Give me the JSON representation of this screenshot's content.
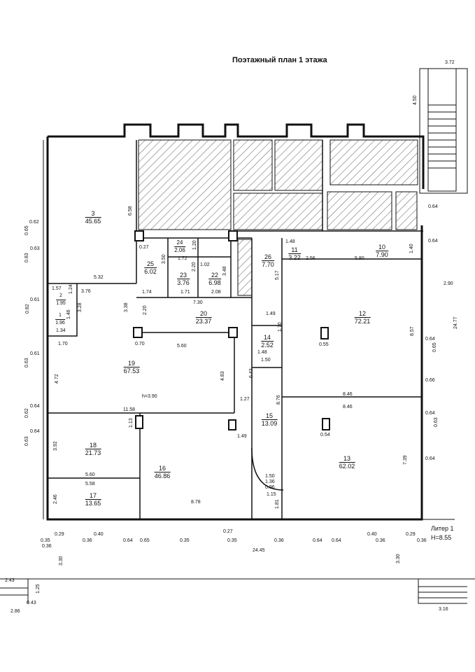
{
  "title": "Поэтажный план 1 этажа",
  "liter": "Литер 1",
  "height_total": "H=8.55",
  "ceiling_height": "h=3.90",
  "rooms": [
    {
      "number": "3",
      "area": "45.65"
    },
    {
      "number": "2",
      "area": "1.95"
    },
    {
      "number": "1",
      "area": "1.96"
    },
    {
      "number": "25",
      "area": "6.02"
    },
    {
      "number": "24",
      "area": "2.06"
    },
    {
      "number": "23",
      "area": "3.76"
    },
    {
      "number": "22",
      "area": "6.98"
    },
    {
      "number": "20",
      "area": "23.37"
    },
    {
      "number": "19",
      "area": "67.53"
    },
    {
      "number": "26",
      "area": "7.70"
    },
    {
      "number": "11",
      "area": "3.22"
    },
    {
      "number": "10",
      "area": "7.90"
    },
    {
      "number": "12",
      "area": "72.21"
    },
    {
      "number": "14",
      "area": "2.52"
    },
    {
      "number": "15",
      "area": "13.09"
    },
    {
      "number": "18",
      "area": "21.73"
    },
    {
      "number": "16",
      "area": "46.86"
    },
    {
      "number": "17",
      "area": "13.65"
    },
    {
      "number": "13",
      "area": "62.02"
    }
  ],
  "dimensions": {
    "overall_width": "24.45",
    "overall_depth": "24.77",
    "stair_width": "3.72",
    "stair_length": "4.50",
    "east_offset": "2.90",
    "south_left": "3.30",
    "south_right": "3.30",
    "bl_a": "2.43",
    "bl_b": "1.25",
    "bl_c": "0.43",
    "bl_d": "2.86",
    "br_a": "3.16",
    "d532": "5.32",
    "d376": "3.76",
    "d157": "1.57",
    "d124": "1.24",
    "d328": "3.28",
    "d146": "1.46",
    "d134": "1.34",
    "d170": "1.70",
    "d658": "6.58",
    "d027a": "0.27",
    "d350": "3.50",
    "d120": "1.20",
    "d172": "1.72",
    "d220": "2.20",
    "d102": "1.02",
    "d348": "3.48",
    "d174": "1.74",
    "d171": "1.71",
    "d208": "2.08",
    "d730": "7.30",
    "d338": "3.38",
    "d220b": "2.20",
    "d070": "0.70",
    "d560": "5.60",
    "d483": "4.83",
    "d472": "4.72",
    "d1158": "11.58",
    "d113": "1.13",
    "d592": "3.92",
    "d560b": "5.60",
    "d558": "5.58",
    "d246": "2.46",
    "d878": "8.78",
    "d127": "1.27",
    "d149": "1.49",
    "d148": "1.48",
    "d256": "2.56",
    "d580": "5.80",
    "d140": "1.40",
    "d517": "5.17",
    "d149b": "1.49",
    "d170b": "1.70",
    "d148b": "1.48",
    "d150": "1.50",
    "d643": "6.43",
    "d876": "8.76",
    "d857": "8.57",
    "d846": "8.46",
    "d846b": "8.46",
    "d055": "0.55",
    "d054": "0.54",
    "d739": "7.39",
    "d150b": "1.50",
    "d136": "1.36",
    "d096": "0.96",
    "d115": "1.15",
    "d181": "1.81",
    "w062": "0.62",
    "w065": "0.65",
    "w063": "0.63",
    "w083": "0.83",
    "w061": "0.61",
    "w082": "0.82",
    "w061b": "0.61",
    "w063b": "0.63",
    "w064": "0.64",
    "w062b": "0.62",
    "w064b": "0.64",
    "w063c": "0.63",
    "e064a": "0.64",
    "e064b": "0.64",
    "e064c": "0.64",
    "e065": "0.65",
    "e066": "0.66",
    "e064d": "0.64",
    "e063": "0.63",
    "e064e": "0.64",
    "s": [
      "0.35",
      "0.36",
      "0.29",
      "0.36",
      "0.40",
      "0.64",
      "0.65",
      "0.35",
      "0.35",
      "0.27",
      "0.36",
      "0.64",
      "0.64",
      "0.40",
      "0.36",
      "0.29",
      "0.36"
    ]
  }
}
